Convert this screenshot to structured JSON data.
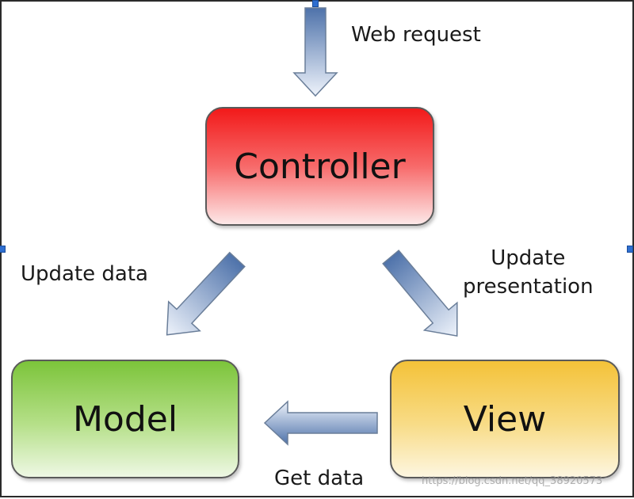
{
  "labels": {
    "web_request": "Web request",
    "update_data": "Update data",
    "update_presentation_line1": "Update",
    "update_presentation_line2": "presentation",
    "get_data": "Get data"
  },
  "boxes": {
    "controller": "Controller",
    "model": "Model",
    "view": "View"
  },
  "watermark": "https://blog.csdn.net/qq_38920573",
  "colors": {
    "controller": "#f21a1a",
    "model": "#7cc43a",
    "view": "#f4c238",
    "arrow_dark": "#5a7fb5",
    "arrow_light": "#e8eef8",
    "selection_handle": "#2f6fd0"
  }
}
